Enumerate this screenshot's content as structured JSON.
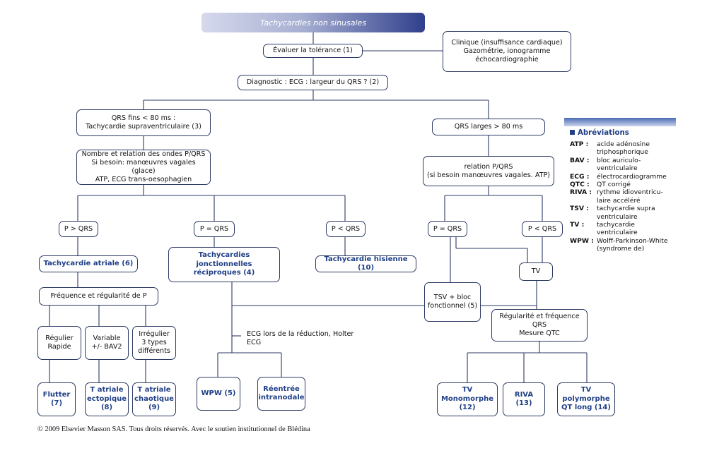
{
  "title": "Tachycardies non sinusales",
  "boxes": {
    "tolerance": "Évaluer la tolérance (1)",
    "clinique": "Clinique (insuffisance cardiaque)\nGazométrie, ionogramme\néchocardiographie",
    "diagnostic": "Diagnostic : ECG : largeur du QRS ? (2)",
    "qrs_fins": "QRS fins < 80 ms :\nTachycardie supraventriculaire (3)",
    "qrs_larges": "QRS larges > 80 ms",
    "nombre_relation": "Nombre et relation des ondes P/QRS\nSi besoin: manœuvres vagales (glace)\nATP, ECG trans-oesophagien",
    "relation_pqrs": "relation P/QRS\n(si besoin manœuvres vagales. ATP)",
    "p_sup_qrs": "P > QRS",
    "p_eq_qrs_left": "P = QRS",
    "p_inf_qrs_left": "P < QRS",
    "p_eq_qrs_right": "P = QRS",
    "p_inf_qrs_right": "P < QRS",
    "tachy_atriale": "Tachycardie atriale (6)",
    "tachy_jonctionnelles": "Tachycardies jonctionnelles\nréciproques (4)",
    "tachy_hisienne": "Tachycardie hisienne (10)",
    "tv": "TV",
    "frequence_regularite": "Fréquence et régularité de P",
    "tsv_bloc": "TSV + bloc\nfonctionnel (5)",
    "regularite_qrs": "Régularité et fréquence QRS\nMesure QTC",
    "regulier": "Régulier\nRapide",
    "variable": "Variable\n+/- BAV2",
    "irregulier": "Irrégulier\n3 types\ndifférents",
    "flutter": "Flutter\n(7)",
    "t_ectopique": "T atriale\nectopique\n(8)",
    "t_chaotique": "T atriale\nchaotique\n(9)",
    "wpw": "WPW (5)",
    "reentree": "Réentrée\nintranodale",
    "tv_monomorphe": "TV\nMonomorphe\n(12)",
    "riva": "RIVA\n(13)",
    "tv_polymorphe": "TV\npolymorphe\nQT long (14)"
  },
  "ecg_note": "ECG lors de la réduction, Holter\nECG",
  "abbreviations": {
    "title": "Abréviations",
    "items": [
      {
        "key": "ATP :",
        "value": "acide adénosine triphosphorique"
      },
      {
        "key": "BAV :",
        "value": "bloc auriculo-ventriculaire"
      },
      {
        "key": "ECG :",
        "value": "électrocardiogramme"
      },
      {
        "key": "QTC :",
        "value": "QT corrigé"
      },
      {
        "key": "RIVA :",
        "value": "rythme idioventricu-laire accéléré"
      },
      {
        "key": "TSV :",
        "value": "tachycardie supra ventriculaire"
      },
      {
        "key": "TV :",
        "value": "tachycardie ventriculaire"
      },
      {
        "key": "WPW :",
        "value": "Wolff-Parkinson-White (syndrome de)"
      }
    ]
  },
  "copyright": "© 2009 Elsevier Masson SAS. Tous droits réservés. Avec le soutien institutionnel de Blédina",
  "colors": {
    "line": "#2c3a63",
    "accent": "#1f3f86"
  }
}
